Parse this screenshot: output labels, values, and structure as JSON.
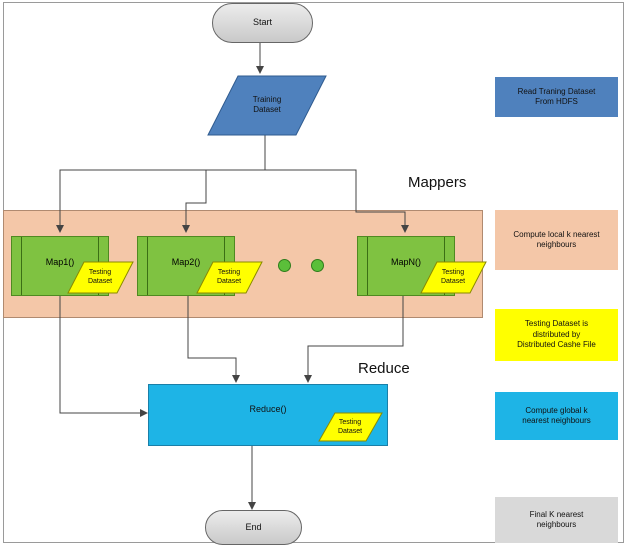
{
  "nodes": {
    "start": "Start",
    "training_dataset": "Training\nDataset",
    "map1": "Map1()",
    "map2": "Map2()",
    "mapn": "MapN()",
    "testing_dataset": "Testing\nDataset",
    "reduce": "Reduce()",
    "end": "End"
  },
  "labels": {
    "mappers": "Mappers",
    "reduce": "Reduce"
  },
  "notes": [
    {
      "text": "Read Traning Dataset\nFrom HDFS",
      "color": "#4f81bd"
    },
    {
      "text": "Compute local k nearest\nneighbours",
      "color": "#f4c7a8"
    },
    {
      "text": "Testing Dataset is\ndistributed by\nDistributed Cashe File",
      "color": "#ffff00"
    },
    {
      "text": "Compute global k\nnearest neighbours",
      "color": "#1eb4e6"
    },
    {
      "text": "Final K nearest\nneighbours",
      "color": "#d9d9d9"
    }
  ],
  "colors": {
    "training": "#4f81bd",
    "mapper_region": "#f4c7a8",
    "map_box": "#7fc241",
    "testing": "#ffff00",
    "reduce_box": "#1eb4e6",
    "terminal": "#d9d9d9"
  }
}
